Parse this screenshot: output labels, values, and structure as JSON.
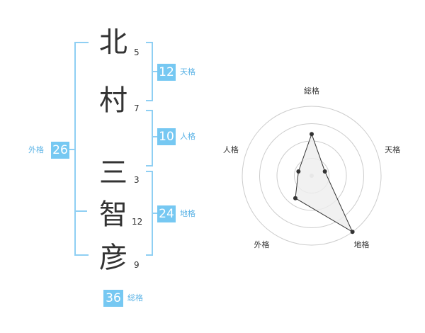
{
  "name_chars": [
    {
      "char": "北",
      "strokes": "5"
    },
    {
      "char": "村",
      "strokes": "7"
    },
    {
      "char": "三",
      "strokes": "3"
    },
    {
      "char": "智",
      "strokes": "12"
    },
    {
      "char": "彦",
      "strokes": "9"
    }
  ],
  "fortunes": {
    "tenkaku": {
      "value": "12",
      "label": "天格"
    },
    "jinkaku": {
      "value": "10",
      "label": "人格"
    },
    "chikaku": {
      "value": "24",
      "label": "地格"
    },
    "gaikaku": {
      "value": "26",
      "label": "外格"
    },
    "soukaku": {
      "value": "36",
      "label": "総格"
    }
  },
  "chart_data": {
    "type": "radar",
    "axes": [
      "総格",
      "天格",
      "地格",
      "外格",
      "人格"
    ],
    "values": [
      3,
      1,
      5,
      2,
      1
    ],
    "max": 5,
    "rings": 4,
    "colors": {
      "ring": "#cccccc",
      "fill": "#eeeeee",
      "line": "#333333",
      "point": "#333333"
    }
  },
  "colors": {
    "accent": "#76c8f2",
    "bracket": "#8fcff3",
    "label": "#5bb3e6"
  }
}
